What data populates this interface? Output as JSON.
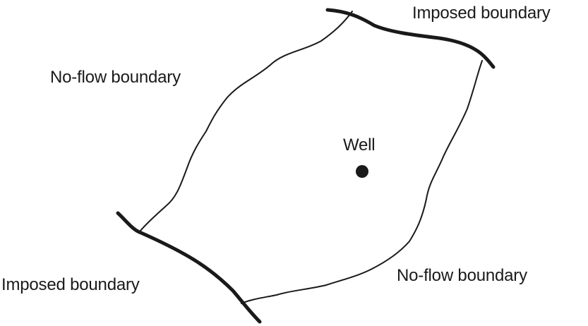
{
  "labels": {
    "imposed_top": "Imposed boundary",
    "noflow_left": "No-flow boundary",
    "well": "Well",
    "imposed_bottom": "Imposed boundary",
    "noflow_right": "No-flow boundary"
  },
  "colors": {
    "stroke": "#1a1a1a",
    "background": "#ffffff"
  }
}
